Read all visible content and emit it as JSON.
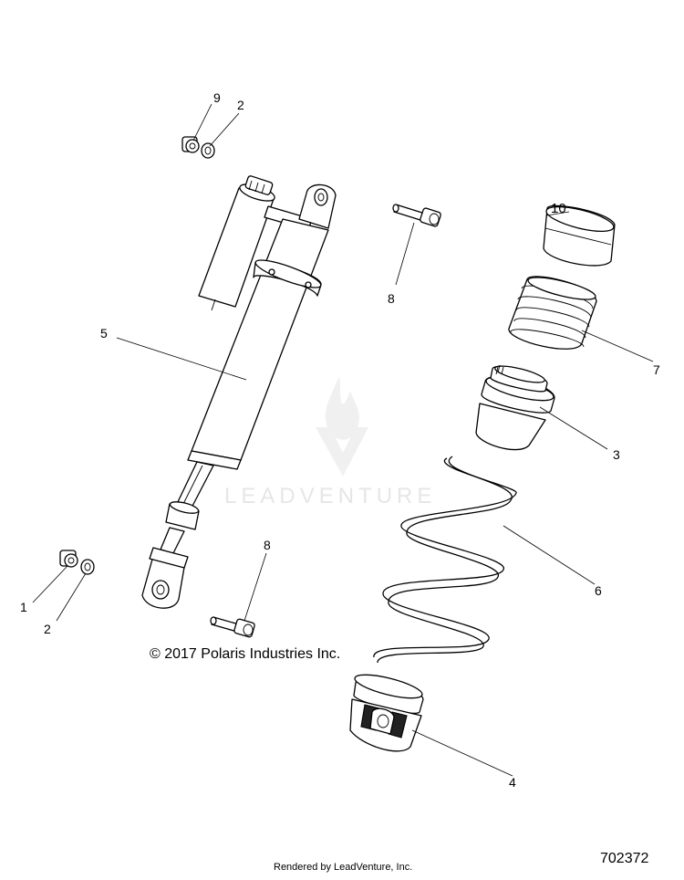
{
  "callouts": [
    {
      "id": "c9",
      "label": "9"
    },
    {
      "id": "c2a",
      "label": "2"
    },
    {
      "id": "c10",
      "label": "10"
    },
    {
      "id": "c8a",
      "label": "8"
    },
    {
      "id": "c7",
      "label": "7"
    },
    {
      "id": "c5",
      "label": "5"
    },
    {
      "id": "c3",
      "label": "3"
    },
    {
      "id": "c8b",
      "label": "8"
    },
    {
      "id": "c6",
      "label": "6"
    },
    {
      "id": "c1",
      "label": "1"
    },
    {
      "id": "c2b",
      "label": "2"
    },
    {
      "id": "c4",
      "label": "4"
    }
  ],
  "copyright": "© 2017 Polaris Industries Inc.",
  "document_number": "702372",
  "rendered_by": "Rendered by LeadVenture, Inc.",
  "watermark": "LEADVENTURE",
  "colors": {
    "line": "#000000",
    "background": "#ffffff",
    "watermark": "#e6e6e6"
  }
}
